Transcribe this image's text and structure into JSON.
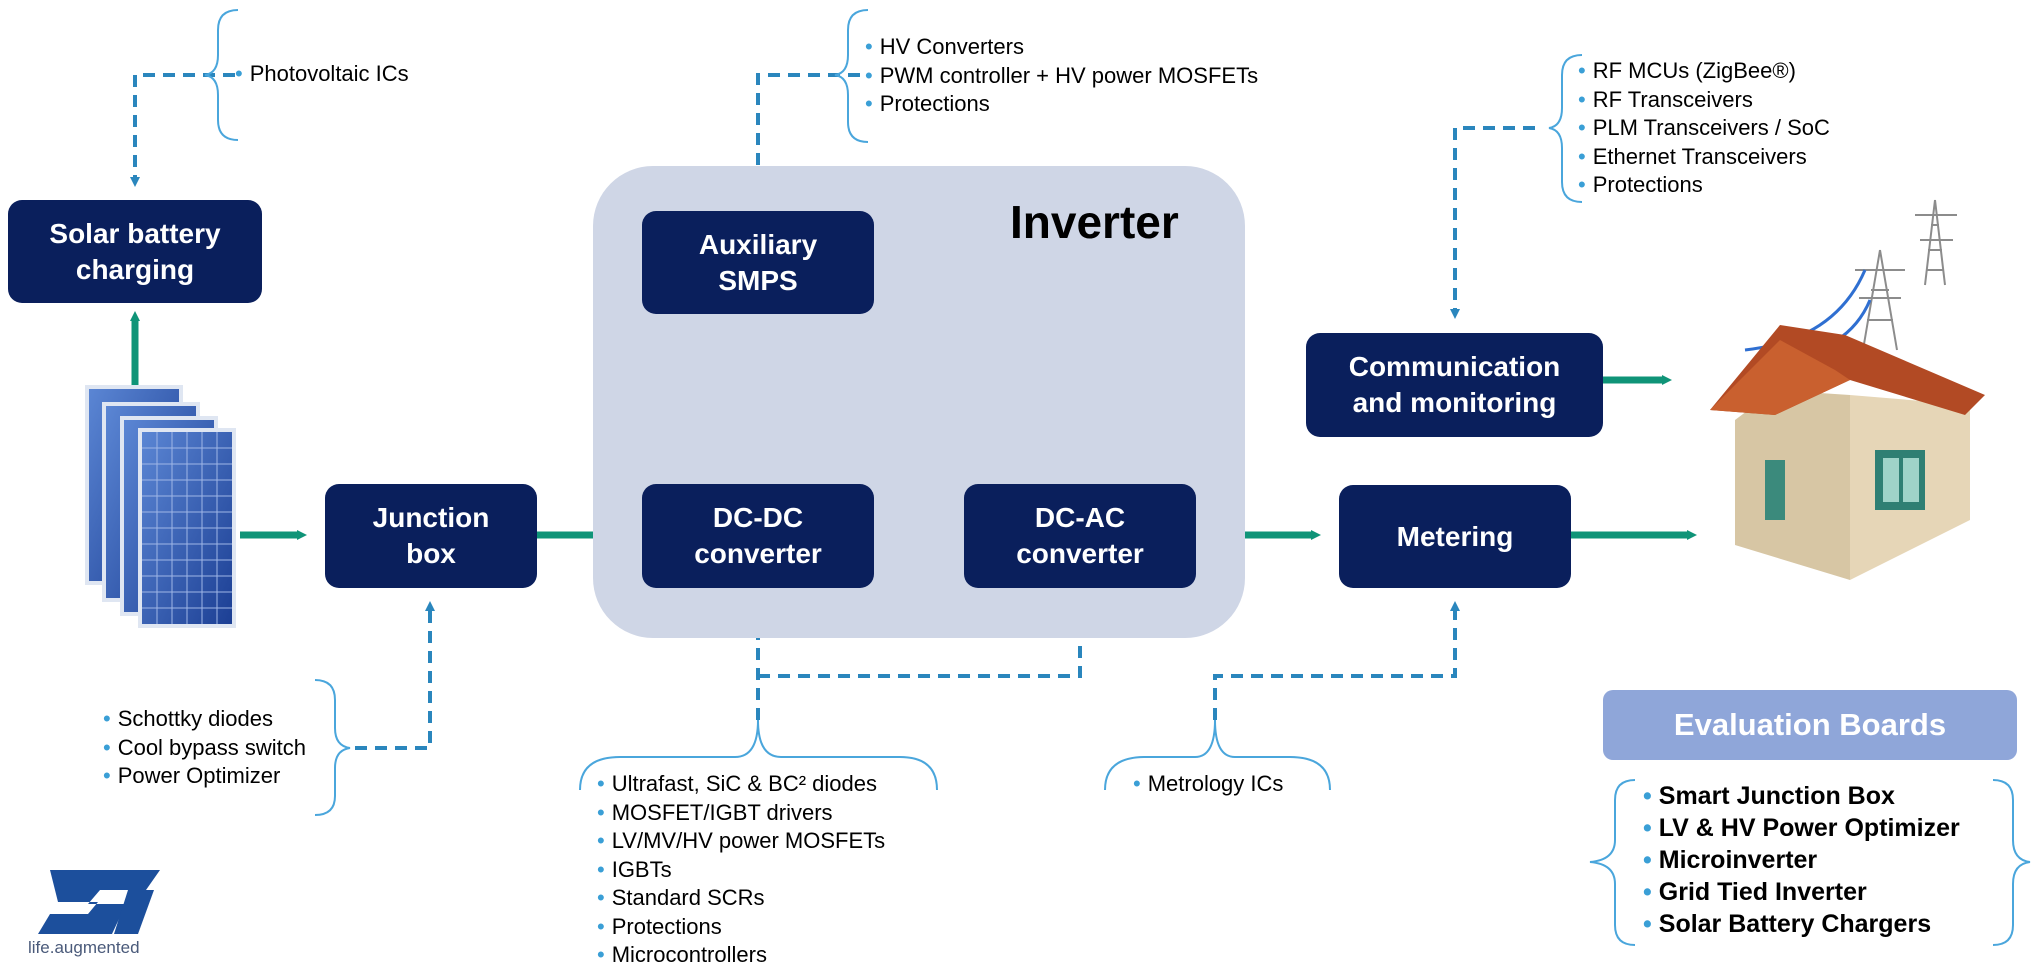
{
  "diagram": {
    "inverter_title": "Inverter",
    "blocks": {
      "solar_battery": "Solar battery\ncharging",
      "junction_box": "Junction\nbox",
      "aux_smps": "Auxiliary\nSMPS",
      "dcdc": "DC-DC\nconverter",
      "dcac": "DC-AC\nconverter",
      "comm": "Communication\nand monitoring",
      "metering": "Metering"
    },
    "lists": {
      "photovoltaic": [
        "Photovoltaic ICs"
      ],
      "hv_converters": [
        "HV Converters",
        "PWM controller + HV power MOSFETs",
        "Protections"
      ],
      "rf": [
        "RF MCUs (ZigBee®)",
        "RF Transceivers",
        "PLM Transceivers / SoC",
        "Ethernet Transceivers",
        "Protections"
      ],
      "junction": [
        "Schottky diodes",
        "Cool bypass switch",
        "Power Optimizer"
      ],
      "inverter_parts": [
        "Ultrafast, SiC & BC² diodes",
        "MOSFET/IGBT drivers",
        "LV/MV/HV power MOSFETs",
        "IGBTs",
        "Standard SCRs",
        "Protections",
        "Microcontrollers"
      ],
      "metrology": [
        "Metrology ICs"
      ]
    },
    "eval_boards": {
      "header": "Evaluation Boards",
      "items": [
        "Smart Junction Box",
        "LV & HV Power Optimizer",
        "Microinverter",
        "Grid Tied Inverter",
        "Solar Battery Chargers"
      ]
    },
    "logo": {
      "tagline": "life.augmented"
    },
    "colors": {
      "block": "#0a1f5c",
      "flow_arrow": "#0f9478",
      "dashed_link": "#2a86bd",
      "bracket": "#4aa6dc",
      "inverter_bg": "#cfd6e6",
      "eval_header": "#8fa6d9"
    },
    "icons": [
      "solar-panel-icon",
      "house-icon",
      "power-pylon-icon",
      "st-logo-icon"
    ]
  }
}
